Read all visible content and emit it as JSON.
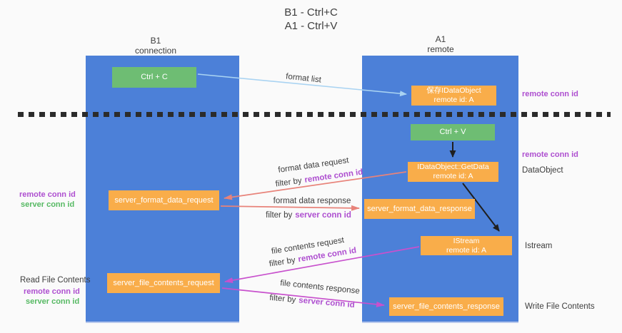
{
  "title": {
    "line1": "B1 - Ctrl+C",
    "line2": "A1 - Ctrl+V"
  },
  "lifelines": {
    "left": {
      "name": "B1",
      "role": "connection"
    },
    "right": {
      "name": "A1",
      "role": "remote"
    }
  },
  "boxes": {
    "ctrl_c": {
      "label": "Ctrl + C"
    },
    "ctrl_v": {
      "label": "Ctrl + V"
    },
    "save_idataobject": {
      "line1": "保存IDataObject",
      "line2": "remote id: A"
    },
    "getdata": {
      "line1": "IDataObject::GetData",
      "line2": "remote id: A"
    },
    "istream": {
      "line1": "IStream",
      "line2": "remote id: A"
    },
    "format_request": {
      "label": "server_format_data_request"
    },
    "format_response": {
      "label": "server_format_data_response"
    },
    "file_request": {
      "label": "server_file_contents_request"
    },
    "file_response": {
      "label": "server_file_contents_response"
    }
  },
  "flow_labels": {
    "format_list": "format list",
    "format_request": "format data request",
    "format_request_filter_prefix": "filter by",
    "format_request_filter_key": "remote conn id",
    "format_response": "format data response",
    "format_response_filter_prefix": "filter by",
    "format_response_filter_key": "server conn id",
    "file_request": "file contents request",
    "file_request_filter_prefix": "filter by",
    "file_request_filter_key": "remote conn id",
    "file_response": "file contents response",
    "file_response_filter_prefix": "filter by",
    "file_response_filter_key": "server conn id"
  },
  "annotations": {
    "top_right_conn": "remote conn id",
    "mid_right_conn": "remote conn id",
    "mid_right_object": "DataObject",
    "istream_label": "Istream",
    "write_file_label": "Write File Contents",
    "left_mid_remote": "remote conn id",
    "left_mid_server": "server conn id",
    "read_file_label": "Read File Contents",
    "left_bottom_remote": "remote conn id",
    "left_bottom_server": "server conn id"
  },
  "colors": {
    "lifeline_blue": "#4c80d8",
    "action_green": "#6ebd73",
    "message_orange": "#f9ad4a",
    "remote_conn_purple": "#ae4fd0",
    "server_conn_green": "#56b963",
    "format_arrow_salmon": "#e8837a",
    "file_arrow_magenta": "#c851cd",
    "format_list_arrow_blue": "#a9d3f2",
    "black_arrow": "#1f1f1f",
    "dashed_boundary": "#2b2b2b"
  }
}
